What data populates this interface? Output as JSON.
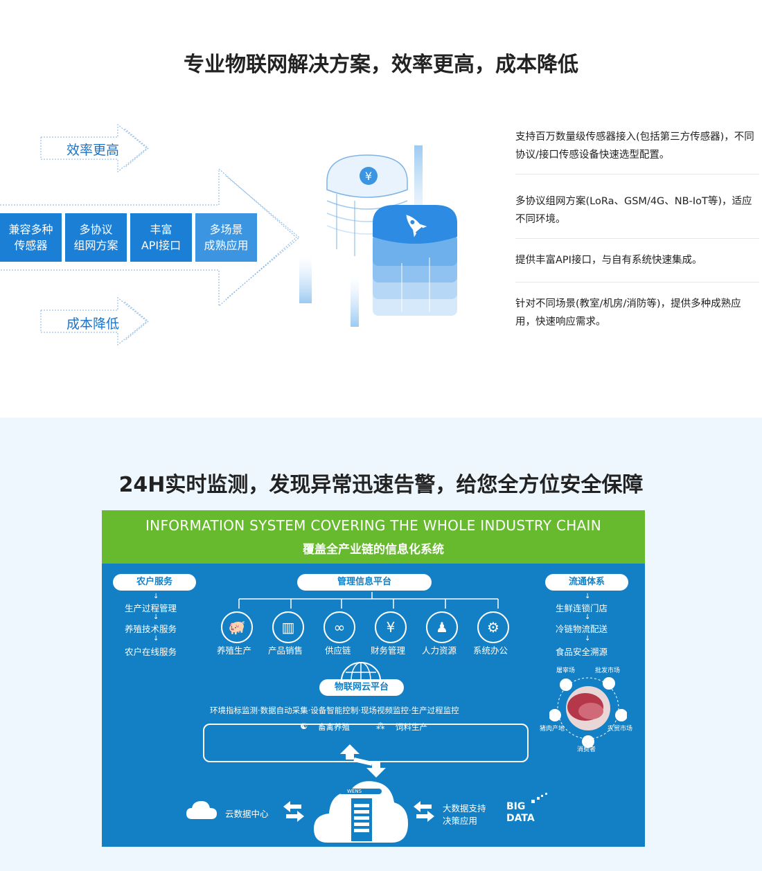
{
  "section1": {
    "title": "专业物联网解决方案，效率更高，成本降低",
    "arrow_top_label": "效率更高",
    "arrow_bottom_label": "成本降低",
    "boxes": [
      {
        "line1": "兼容多种",
        "line2": "传感器"
      },
      {
        "line1": "多协议",
        "line2": "组网方案"
      },
      {
        "line1": "丰富",
        "line2": "API接口"
      },
      {
        "line1": "多场景",
        "line2": "成熟应用"
      }
    ],
    "features": [
      "支持百万数量级传感器接入(包括第三方传感器)，不同协议/接口传感设备快速选型配置。",
      "多协议组网方案(LoRa、GSM/4G、NB-IoT等)，适应不同环境。",
      "提供丰富API接口，与自有系统快速集成。",
      "针对不同场景(教室/机房/消防等)，提供多种成熟应用，快速响应需求。"
    ],
    "colors": {
      "accent": "#1c7fd6"
    }
  },
  "section2": {
    "title": "24H实时监测，发现异常迅速告警，给您全方位安全保障",
    "infographic": {
      "title_en": "INFORMATION SYSTEM COVERING THE WHOLE INDUSTRY CHAIN",
      "title_cn": "覆盖全产业链的信息化系统",
      "left": {
        "title": "农户服务",
        "items": [
          "生产过程管理",
          "养殖技术服务",
          "农户在线服务"
        ]
      },
      "center": {
        "title": "管理信息平台",
        "modules": [
          {
            "label": "养殖生产",
            "icon": "pig-icon"
          },
          {
            "label": "产品销售",
            "icon": "bar-chart-icon"
          },
          {
            "label": "供应链",
            "icon": "link-icon"
          },
          {
            "label": "财务管理",
            "icon": "yen-icon"
          },
          {
            "label": "人力资源",
            "icon": "org-chart-icon"
          },
          {
            "label": "系统办公",
            "icon": "gears-icon"
          }
        ]
      },
      "right": {
        "title": "流通体系",
        "items": [
          "生鲜连锁门店",
          "冷链物流配送",
          "食品安全溯源"
        ]
      },
      "iot": {
        "title": "物联网云平台",
        "desc": "环境指标监测·数据自动采集·设备智能控制·现场视频监控·生产过程监控",
        "items": [
          "畜禽养殖",
          "饲料生产"
        ]
      },
      "cycle": [
        "屠宰场",
        "批发市场",
        "猪肉产地",
        "农贸市场",
        "消费者"
      ],
      "cloud_label": "云数据中心",
      "server_brand": "WENS",
      "bigdata_cn": [
        "大数据支持",
        "决策应用"
      ],
      "bigdata_en": [
        "BIG",
        "DATA"
      ],
      "colors": {
        "green": "#67b92e",
        "blue": "#137fc4"
      }
    }
  }
}
